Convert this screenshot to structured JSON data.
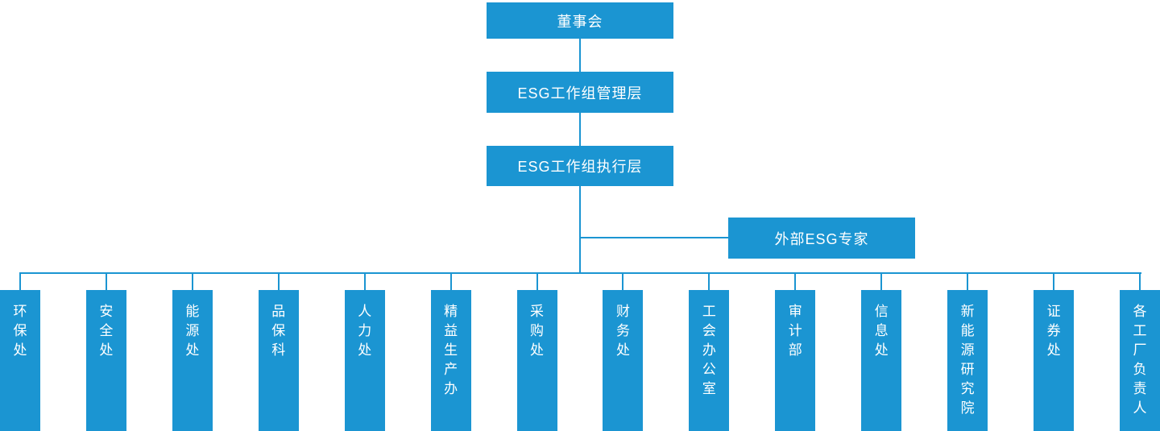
{
  "colors": {
    "accent": "#1b95d2",
    "node_text": "#ffffff",
    "background": "#ffffff"
  },
  "chart": {
    "type": "org-chart",
    "root": "董事会",
    "level2": "ESG工作组管理层",
    "level3": "ESG工作组执行层",
    "side_node": "外部ESG专家",
    "departments": [
      "环保处",
      "安全处",
      "能源处",
      "品保科",
      "人力处",
      "精益生产办",
      "采购处",
      "财务处",
      "工会办公室",
      "审计部",
      "信息处",
      "新能源研究院",
      "证券处",
      "各工厂负责人"
    ]
  }
}
